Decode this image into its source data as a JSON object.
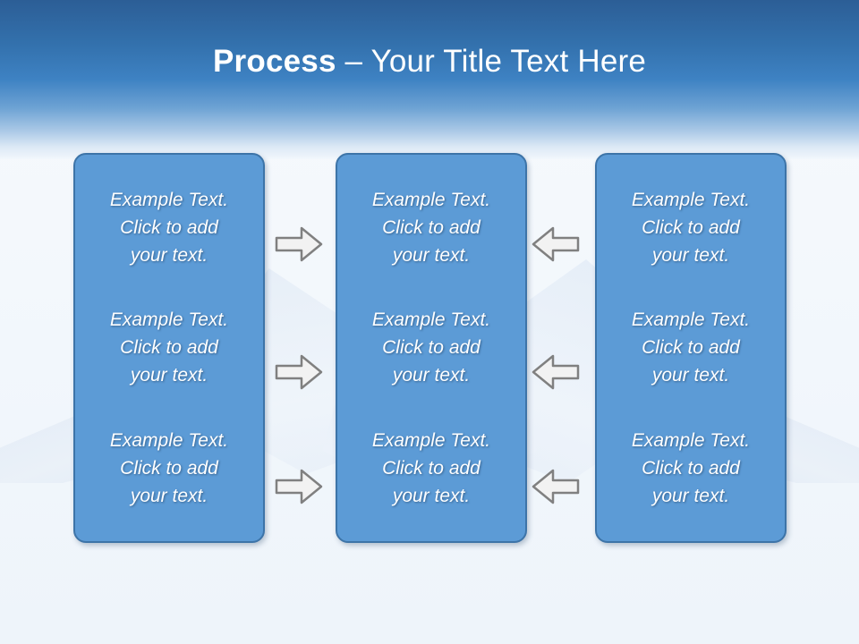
{
  "slide": {
    "title": {
      "strong": "Process",
      "separator": " – ",
      "rest": "Your Title Text Here"
    },
    "colors": {
      "header_top": "#2c5e96",
      "header_mid": "#3e82c3",
      "box_fill": "#5c9bd6",
      "box_border": "#3d74a8",
      "text": "#ffffff",
      "arrow_fill": "#f2f2f2",
      "arrow_stroke": "#808080",
      "background": "#f4f8fc"
    }
  },
  "columns": [
    {
      "name": "column-1",
      "cells": [
        "Example Text.\nClick  to add\nyour text.",
        "Example Text.\nClick  to add\nyour text.",
        "Example Text.\nClick  to add\nyour text."
      ]
    },
    {
      "name": "column-2",
      "cells": [
        "Example Text.\nClick  to add\nyour text.",
        "Example Text.\nClick  to add\nyour text.",
        "Example Text.\nClick  to add\nyour text."
      ]
    },
    {
      "name": "column-3",
      "cells": [
        "Example Text.\nClick  to add\nyour text.",
        "Example Text.\nClick  to add\nyour text.",
        "Example Text.\nClick  to add\nyour text."
      ]
    }
  ],
  "connectors": {
    "left_group": {
      "direction": "right",
      "icon": "arrow-right-icon",
      "count": 3
    },
    "right_group": {
      "direction": "left",
      "icon": "arrow-left-icon",
      "count": 3
    }
  }
}
